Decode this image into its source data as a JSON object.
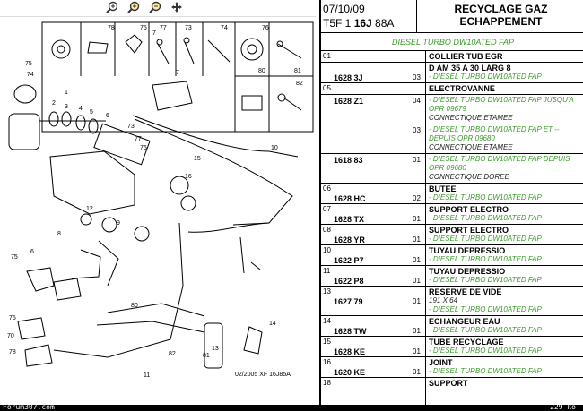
{
  "toolbar": {
    "zoom_in": "zoom-in-icon",
    "zoom_out": "zoom-out-icon",
    "move": "pan-icon"
  },
  "diagram": {
    "caption": "02/2005  XF 16J85A",
    "callouts": [
      "75",
      "74",
      "1",
      "2",
      "3",
      "4",
      "5",
      "6",
      "7",
      "73",
      "77",
      "76",
      "7",
      "10",
      "11",
      "12",
      "13",
      "14",
      "15",
      "16",
      "8",
      "9",
      "80",
      "81",
      "82",
      "6",
      "75",
      "70",
      "78"
    ],
    "kit_labels": [
      "78",
      "75",
      "77",
      "73",
      "74",
      "76",
      "80",
      "81",
      "82"
    ]
  },
  "header": {
    "date": "07/10/09",
    "model_pre": "T5F 1 ",
    "model_bold": "16J",
    "model_post": " 88A",
    "title_line1": "RECYCLAGE GAZ",
    "title_line2": "ECHAPPEMENT",
    "subtitle": "DIESEL TURBO DW10ATED FAP"
  },
  "rows": [
    {
      "idx": "01",
      "ref": "",
      "qty": "",
      "desc": "COLLIER TUB EGR",
      "lines": []
    },
    {
      "idx": "",
      "ref": "1628 3J",
      "qty": "03",
      "desc": "D AM 35 A 30 LARG 8",
      "lines": [
        "- DIESEL TURBO DW10ATED FAP"
      ]
    },
    {
      "idx": "05",
      "ref": "",
      "qty": "",
      "desc": "ELECTROVANNE",
      "lines": []
    },
    {
      "idx": "",
      "ref": "1628 Z1",
      "qty": "04",
      "desc": "",
      "lines": [
        "- DIESEL TURBO DW10ATED FAP JUSQU'A",
        "OPR 09679",
        "CONNECTIQUE ETAMEE"
      ]
    },
    {
      "idx": "",
      "ref": "",
      "qty": "03",
      "desc": "",
      "lines": [
        "- DIESEL TURBO DW10ATED FAP ET --",
        "DEPUIS OPR 09680",
        "CONNECTIQUE ETAMEE"
      ]
    },
    {
      "idx": "",
      "ref": "1618 83",
      "qty": "01",
      "desc": "",
      "lines": [
        "- DIESEL TURBO DW10ATED FAP DEPUIS",
        "OPR 09680",
        "CONNECTIQUE DOREE"
      ]
    },
    {
      "idx": "06",
      "ref": "1628 HC",
      "qty": "02",
      "desc": "BUTEE",
      "lines": [
        "- DIESEL TURBO DW10ATED FAP"
      ]
    },
    {
      "idx": "07",
      "ref": "1628 TX",
      "qty": "01",
      "desc": "SUPPORT ELECTRO",
      "lines": [
        "- DIESEL TURBO DW10ATED FAP"
      ]
    },
    {
      "idx": "08",
      "ref": "1628 YR",
      "qty": "01",
      "desc": "SUPPORT ELECTRO",
      "lines": [
        "- DIESEL TURBO DW10ATED FAP"
      ]
    },
    {
      "idx": "10",
      "ref": "1622 P7",
      "qty": "01",
      "desc": "TUYAU DEPRESSIO",
      "lines": [
        "- DIESEL TURBO DW10ATED FAP"
      ]
    },
    {
      "idx": "11",
      "ref": "1622 P8",
      "qty": "01",
      "desc": "TUYAU DEPRESSIO",
      "lines": [
        "- DIESEL TURBO DW10ATED FAP"
      ]
    },
    {
      "idx": "13",
      "ref": "1627 79",
      "qty": "01",
      "desc": "RESERVE DE VIDE",
      "lines": [
        "191 X 64",
        "- DIESEL TURBO DW10ATED FAP"
      ]
    },
    {
      "idx": "14",
      "ref": "1628 TW",
      "qty": "01",
      "desc": "ECHANGEUR EAU",
      "lines": [
        "- DIESEL TURBO DW10ATED FAP"
      ]
    },
    {
      "idx": "15",
      "ref": "1628 KE",
      "qty": "01",
      "desc": "TUBE RECYCLAGE",
      "lines": [
        "- DIESEL TURBO DW10ATED FAP"
      ]
    },
    {
      "idx": "16",
      "ref": "1620 KE",
      "qty": "01",
      "desc": "JOINT",
      "lines": [
        "- DIESEL TURBO DW10ATED FAP"
      ]
    },
    {
      "idx": "18",
      "ref": "",
      "qty": "",
      "desc": "SUPPORT",
      "lines": []
    }
  ],
  "footer": {
    "left": "Forum307.com",
    "right": "229 ko"
  }
}
